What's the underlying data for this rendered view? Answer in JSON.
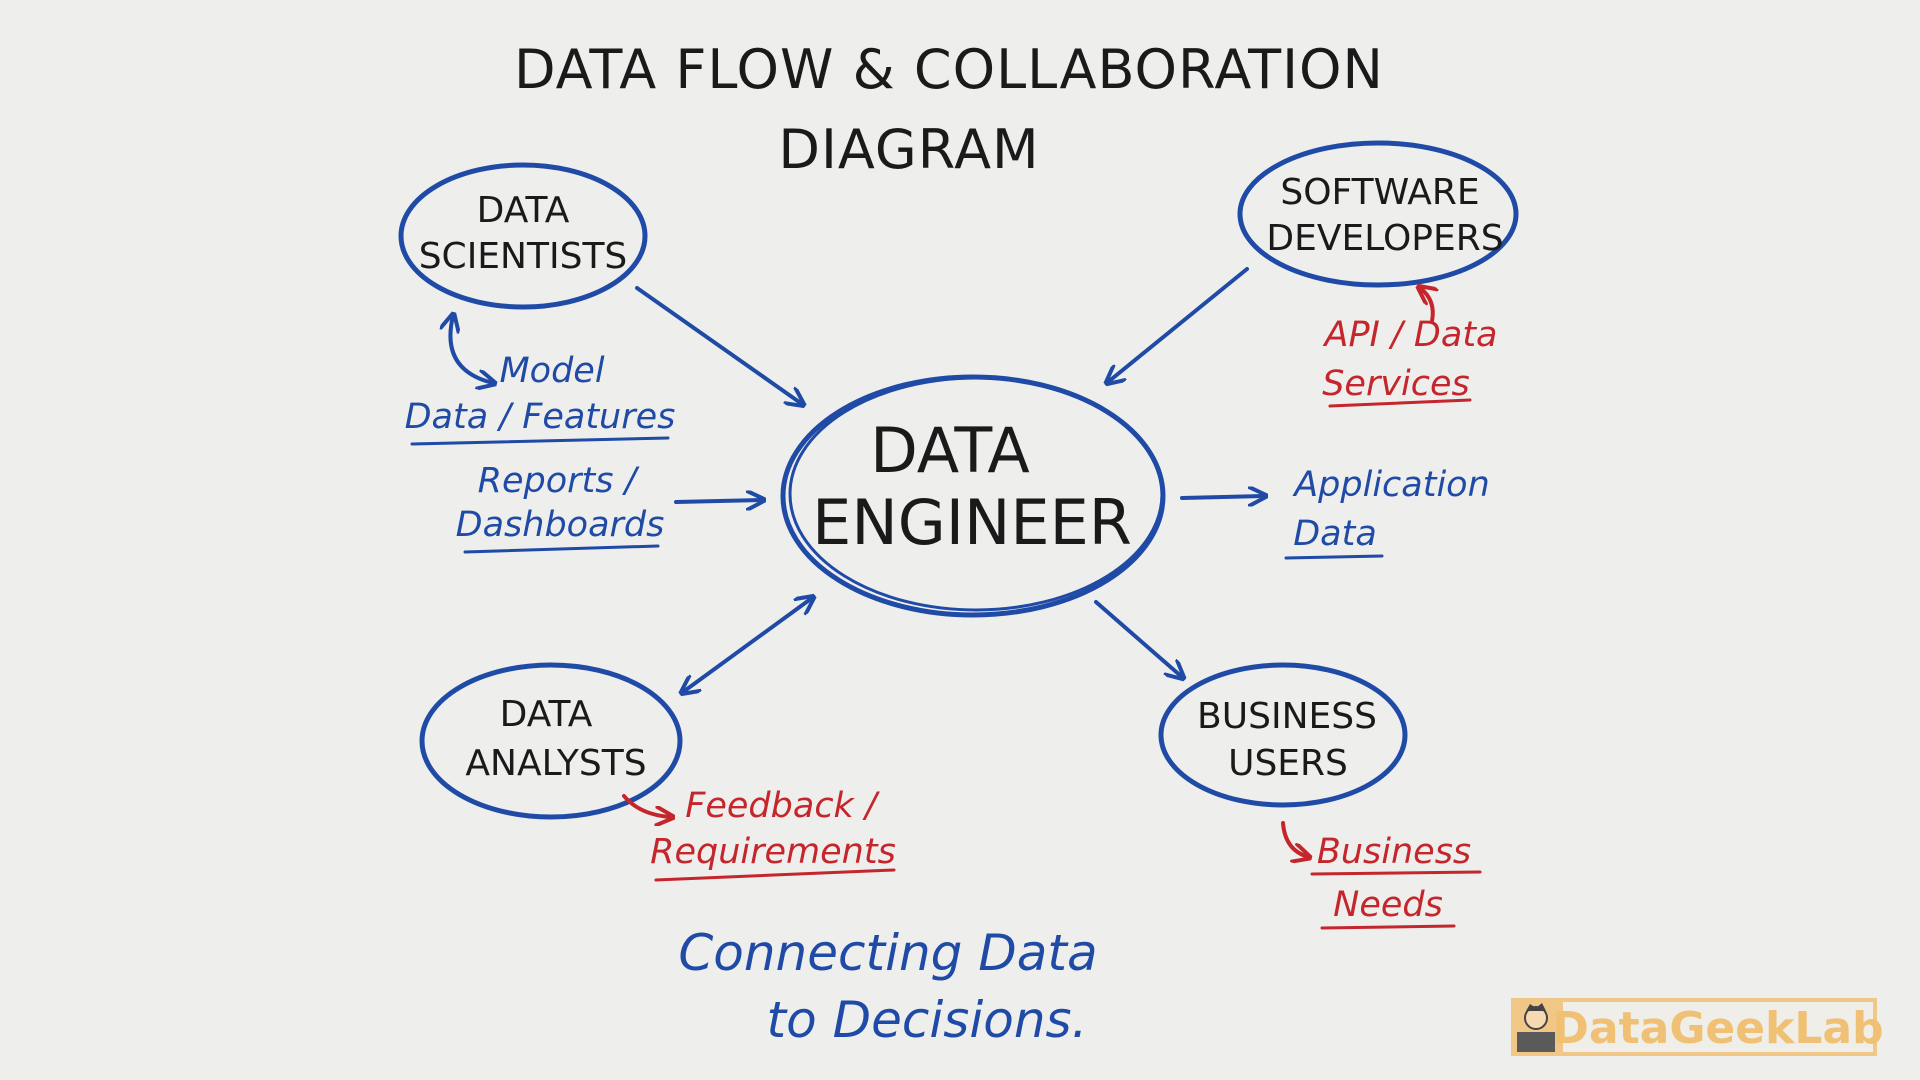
{
  "title": {
    "line1": "DATA FLOW & COLLABORATION",
    "line2": "DIAGRAM"
  },
  "nodes": {
    "data_scientists": [
      "DATA",
      "SCIENTISTS"
    ],
    "software_developers": [
      "SOFTWARE",
      "DEVELOPERS"
    ],
    "data_engineer": [
      "DATA",
      "ENGINEER"
    ],
    "data_analysts": [
      "DATA",
      "ANALYSTS"
    ],
    "business_users": [
      "BUSINESS",
      "USERS"
    ]
  },
  "labels": {
    "model": "Model",
    "data_features": "Data / Features",
    "reports": "Reports /",
    "dashboards": "Dashboards",
    "application": "Application",
    "app_data": "Data",
    "api_data": "API / Data",
    "services": "Services",
    "feedback": "Feedback /",
    "requirements": "Requirements",
    "business": "Business",
    "needs": "Needs"
  },
  "footer": {
    "line1": "Connecting Data",
    "line2": "to Decisions."
  },
  "logo": {
    "text": "DataGeekLab"
  },
  "colors": {
    "blue": "#1f4aa6",
    "red": "#c4262c",
    "ink": "#1a1a1a",
    "logo": "#f0c074"
  }
}
